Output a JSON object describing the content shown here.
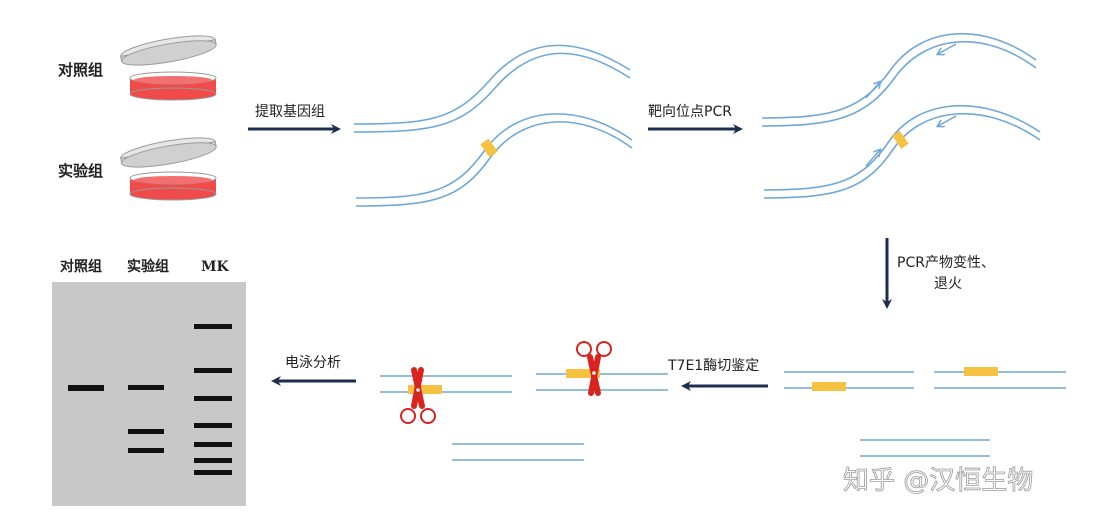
{
  "samples": {
    "control_label": "对照组",
    "experiment_label": "实验组"
  },
  "steps": {
    "extract_genome": "提取基因组",
    "target_pcr": "靶向位点PCR",
    "denature_line1": "PCR产物变性、",
    "denature_line2": "退火",
    "t7e1": "T7E1酶切鉴定",
    "electrophoresis": "电泳分析"
  },
  "gel": {
    "lane_labels": [
      "对照组",
      "实验组",
      "MK"
    ]
  },
  "watermark": "知乎 @汉恒生物",
  "colors": {
    "dna_strand": "#6fa8d6",
    "mutation": "#f5c242",
    "dish_fill": "#f04a4a",
    "dish_lid": "#e6e6e6",
    "arrow": "#1e2d4f",
    "gel_bg": "#c8c8c8",
    "band": "#111111",
    "scissors": "#d9231f"
  },
  "icons": [
    "petri-dish-icon",
    "scissors-icon",
    "arrow-icon"
  ]
}
